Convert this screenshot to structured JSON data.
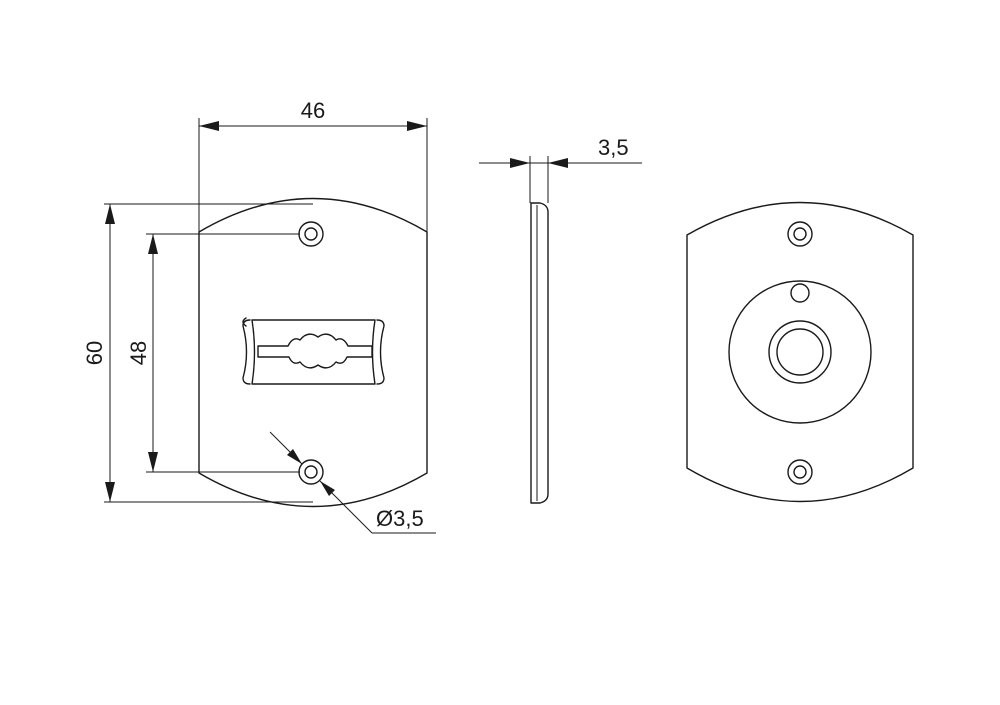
{
  "drawing": {
    "views": [
      "front-view",
      "side-view",
      "back-view"
    ],
    "dimensions": {
      "width": "46",
      "thickness": "3,5",
      "total_height": "60",
      "hole_spacing": "48",
      "hole_diameter": "Ø3,5"
    },
    "colors": {
      "line": "#1a1a1a",
      "background": "#ffffff"
    }
  }
}
